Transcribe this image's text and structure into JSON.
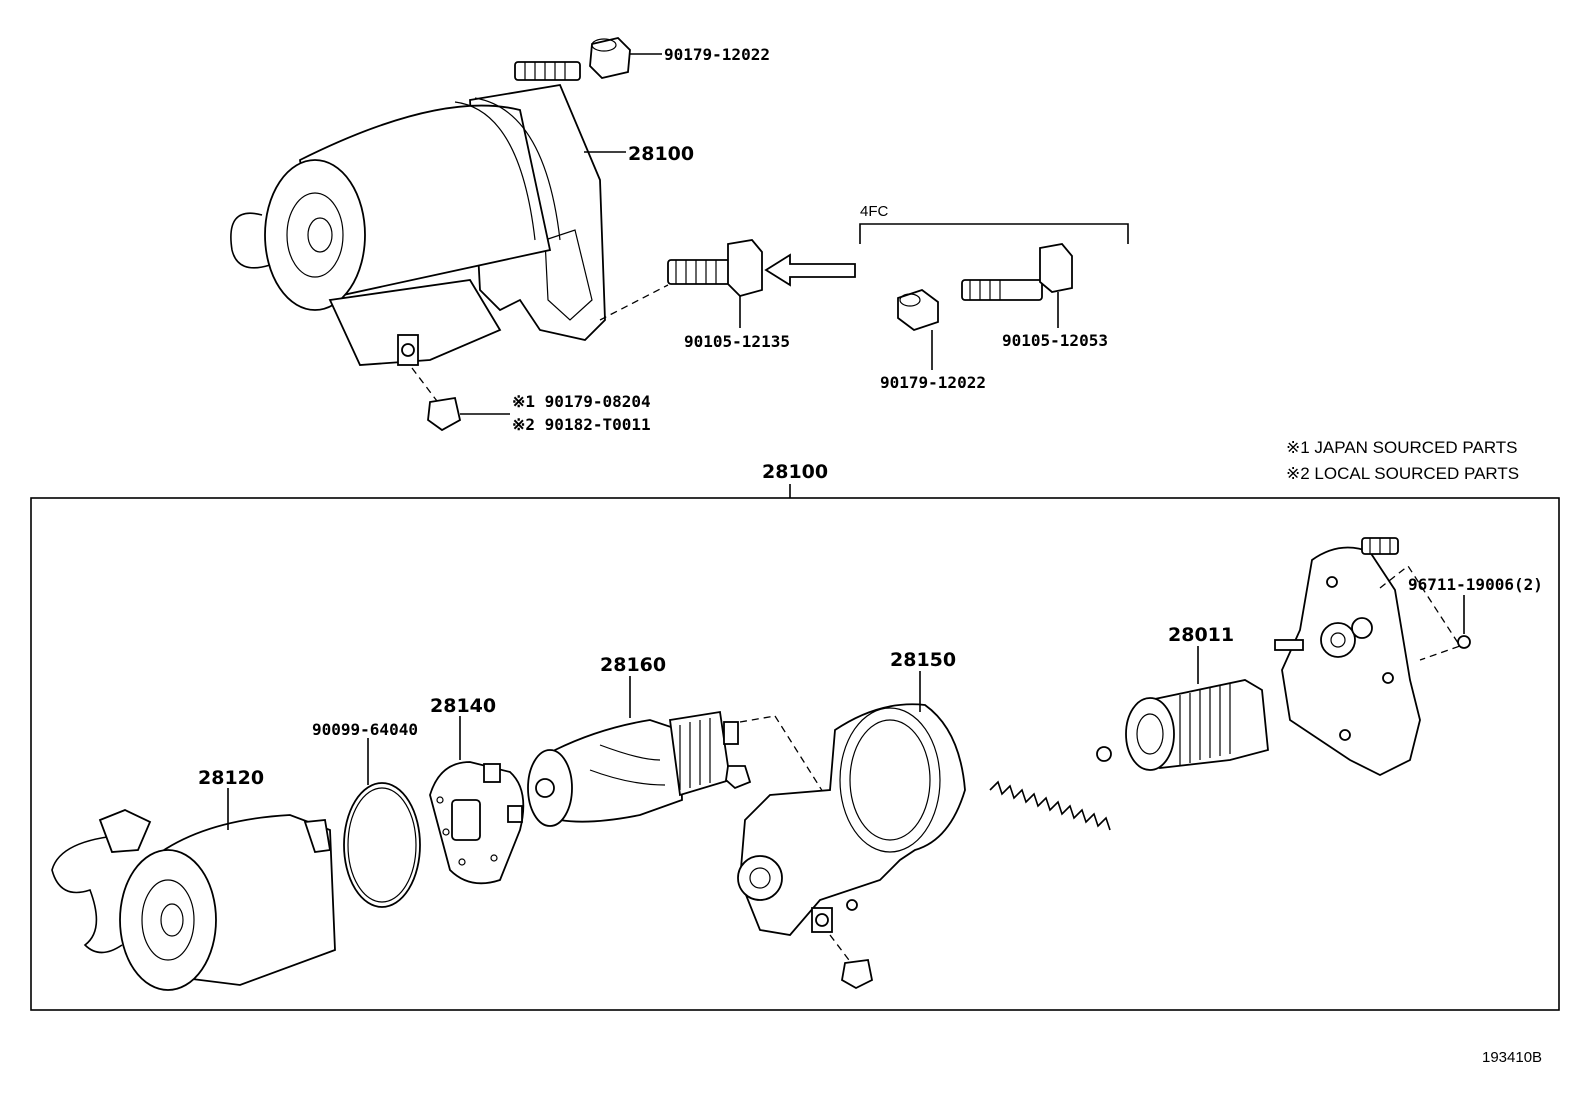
{
  "labels": {
    "top_nut": "90179-12022",
    "starter_assy_top": "28100",
    "group_4fc": "4FC",
    "bolt_left": "90105-12135",
    "bolt_right": "90105-12053",
    "nut_4fc": "90179-12022",
    "terminal_nut_1": "※1 90179-08204",
    "terminal_nut_2": "※2 90182-T0011",
    "starter_assy_box": "28100",
    "yoke": "28120",
    "o_ring": "90099-64040",
    "brush_holder": "28140",
    "armature": "28160",
    "magnetic_switch": "28150",
    "clutch": "28011",
    "ball": "96711-19006(2)"
  },
  "notes": {
    "note1": "※1 JAPAN SOURCED PARTS",
    "note2": "※2 LOCAL SOURCED PARTS"
  },
  "figure_id": "193410B"
}
